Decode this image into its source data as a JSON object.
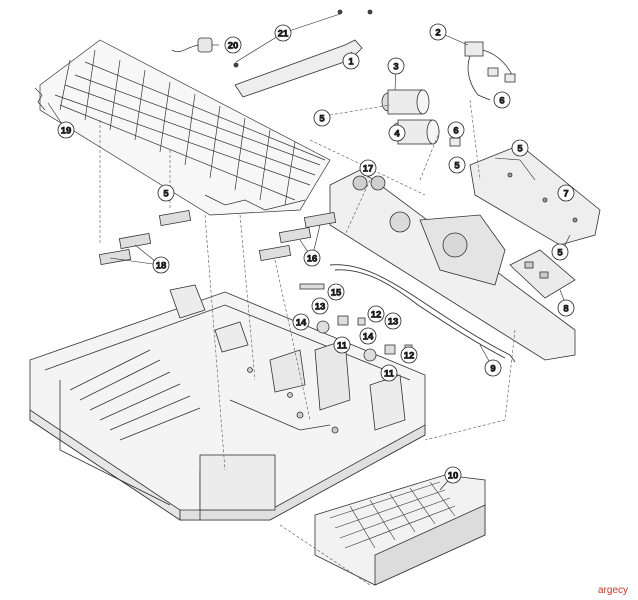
{
  "diagram": {
    "callouts": [
      {
        "id": "c1",
        "label": "1"
      },
      {
        "id": "c2",
        "label": "2"
      },
      {
        "id": "c3",
        "label": "3"
      },
      {
        "id": "c4",
        "label": "4"
      },
      {
        "id": "c5a",
        "label": "5"
      },
      {
        "id": "c5b",
        "label": "5"
      },
      {
        "id": "c5c",
        "label": "5"
      },
      {
        "id": "c5d",
        "label": "5"
      },
      {
        "id": "c5e",
        "label": "5"
      },
      {
        "id": "c6a",
        "label": "6"
      },
      {
        "id": "c6b",
        "label": "6"
      },
      {
        "id": "c7",
        "label": "7"
      },
      {
        "id": "c8",
        "label": "8"
      },
      {
        "id": "c9",
        "label": "9"
      },
      {
        "id": "c10",
        "label": "10"
      },
      {
        "id": "c11a",
        "label": "11"
      },
      {
        "id": "c11b",
        "label": "11"
      },
      {
        "id": "c12a",
        "label": "12"
      },
      {
        "id": "c12b",
        "label": "12"
      },
      {
        "id": "c13a",
        "label": "13"
      },
      {
        "id": "c13b",
        "label": "13"
      },
      {
        "id": "c14a",
        "label": "14"
      },
      {
        "id": "c14b",
        "label": "14"
      },
      {
        "id": "c15",
        "label": "15"
      },
      {
        "id": "c16",
        "label": "16"
      },
      {
        "id": "c17",
        "label": "17"
      },
      {
        "id": "c18",
        "label": "18"
      },
      {
        "id": "c19",
        "label": "19"
      },
      {
        "id": "c20",
        "label": "20"
      },
      {
        "id": "c21",
        "label": "21"
      }
    ]
  },
  "watermark": "argecy",
  "colors": {
    "line": "#333333",
    "fill": "#f2f2f2",
    "shade": "#d9d9d9",
    "watermark": "#c0392b"
  }
}
